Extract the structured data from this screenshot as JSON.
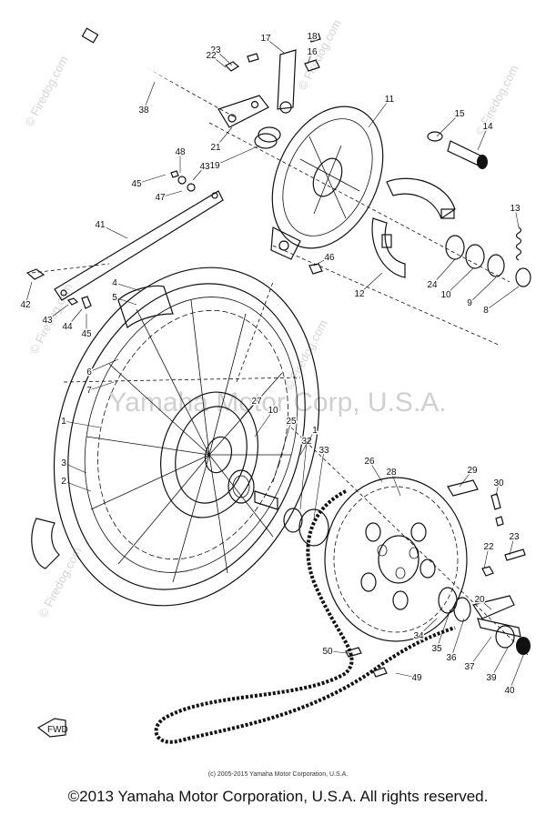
{
  "watermarks": {
    "center": "Yamaha Motor Corp, U.S.A.",
    "side": "© Firedog.com"
  },
  "credit_small": "(c) 2005-2015 Yamaha Motor Corporation, U.S.A.",
  "copyright": "©2013 Yamaha Motor Corporation, U.S.A. All rights reserved.",
  "front_marker": "FWD",
  "callouts": [
    "23",
    "22",
    "17",
    "18",
    "16",
    "11",
    "15",
    "14",
    "38",
    "21",
    "19",
    "48",
    "43",
    "45",
    "47",
    "13",
    "41",
    "46",
    "12",
    "24",
    "10",
    "9",
    "8",
    "42",
    "43",
    "44",
    "45",
    "4",
    "5",
    "6",
    "7",
    "1",
    "27",
    "10",
    "25",
    "3",
    "2",
    "32",
    "33",
    "26",
    "28",
    "29",
    "30",
    "23",
    "22",
    "20",
    "50",
    "49",
    "34",
    "35",
    "36",
    "37",
    "39",
    "40",
    "1"
  ]
}
